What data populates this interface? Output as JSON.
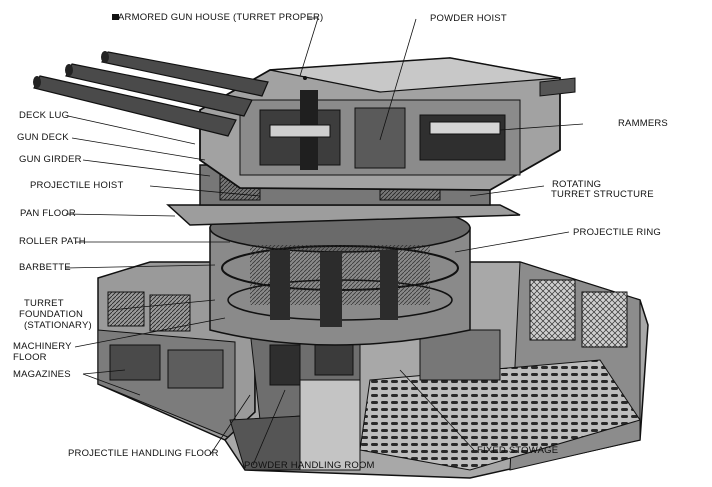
{
  "labels": {
    "armored_gun_house": "ARMORED GUN HOUSE (TURRET PROPER)",
    "powder_hoist": "POWDER HOIST",
    "deck_lug": "DECK LUG",
    "gun_deck": "GUN DECK",
    "gun_girder": "GUN GIRDER",
    "projectile_hoist": "PROJECTILE HOIST",
    "pan_floor": "PAN FLOOR",
    "roller_path": "ROLLER PATH",
    "barbette": "BARBETTE",
    "turret_foundation_1": "TURRET",
    "turret_foundation_2": "FOUNDATION",
    "turret_foundation_3": "(STATIONARY)",
    "machinery_floor_1": "MACHINERY",
    "machinery_floor_2": "FLOOR",
    "magazines": "MAGAZINES",
    "rammers": "RAMMERS",
    "rotating_turret_1": "ROTATING",
    "rotating_turret_2": "TURRET STRUCTURE",
    "projectile_ring": "PROJECTILE RING",
    "fixed_stowage": "FIXED STOWAGE",
    "projectile_handling_floor": "PROJECTILE HANDLING FLOOR",
    "powder_handling_room": "POWDER HANDLING ROOM"
  }
}
